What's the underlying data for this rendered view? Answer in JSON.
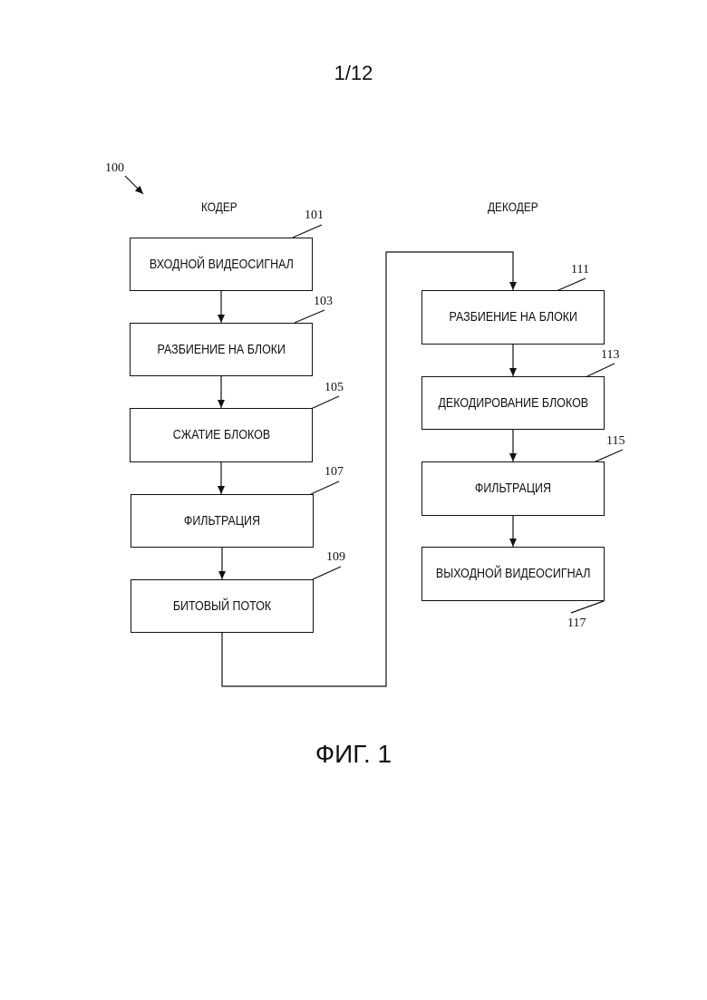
{
  "page_number": "1/12",
  "figure_caption": "ФИГ. 1",
  "diagram_ref": "100",
  "encoder": {
    "title": "КОДЕР",
    "blocks": [
      {
        "ref": "101",
        "label": "ВХОДНОЙ ВИДЕОСИГНАЛ"
      },
      {
        "ref": "103",
        "label": "РАЗБИЕНИЕ НА БЛОКИ"
      },
      {
        "ref": "105",
        "label": "СЖАТИЕ БЛОКОВ"
      },
      {
        "ref": "107",
        "label": "ФИЛЬТРАЦИЯ"
      },
      {
        "ref": "109",
        "label": "БИТОВЫЙ ПОТОК"
      }
    ]
  },
  "decoder": {
    "title": "ДЕКОДЕР",
    "blocks": [
      {
        "ref": "111",
        "label": "РАЗБИЕНИЕ НА БЛОКИ"
      },
      {
        "ref": "113",
        "label": "ДЕКОДИРОВАНИЕ БЛОКОВ"
      },
      {
        "ref": "115",
        "label": "ФИЛЬТРАЦИЯ"
      },
      {
        "ref": "117",
        "label": "ВЫХОДНОЙ ВИДЕОСИГНАЛ"
      }
    ]
  }
}
